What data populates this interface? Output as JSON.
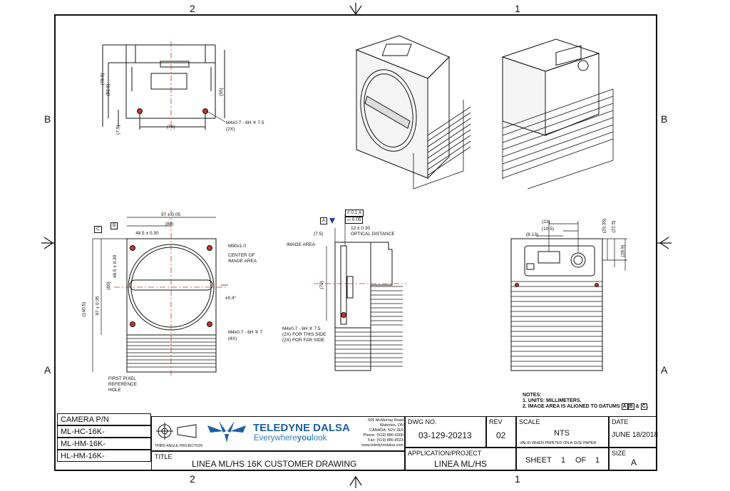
{
  "zones": {
    "top_left": "2",
    "top_right": "1",
    "bottom_left": "2",
    "bottom_right": "1",
    "left_upper": "B",
    "left_lower": "A",
    "right_upper": "B",
    "right_lower": "A"
  },
  "front_view": {
    "dim_overall_h": "(78.6)",
    "dim_body_h": "(59.6)",
    "dim_bottom": "(7.5)",
    "dim_holes": "(70)",
    "dim_right": "(55)",
    "thread_note_1": "M4x0.7 - 6H ∓ 7.5",
    "thread_note_2": "(2X)"
  },
  "lens_view": {
    "dim_width": "97 ± 0.05",
    "dim_80": "(80)",
    "dim_half": "48.5 ± 0.30",
    "dim_height": "97 ± 0.05",
    "dim_half_v": "48.5 ± 0.30",
    "dim_80v": "(80)",
    "dim_total": "(140.5)",
    "datum_b": "B",
    "datum_c": "C",
    "mount": "M90x1.0",
    "center_label": "CENTER OF",
    "center_label2": "IMAGE AREA",
    "angle": "±0.4°",
    "thread_note_1": "M4x0.7 - 6H ∓ 7",
    "thread_note_2": "(4X)",
    "pixel_label_1": "FIRST PIXEL",
    "pixel_label_2": "REFERENCE",
    "pixel_label_3": "HOLE"
  },
  "side_view": {
    "datum_a": "A",
    "tol_1": "// 0.1 A",
    "tol_2": "▱ 0.05",
    "dim_12": "12 ± 0.30",
    "dim_75": "(7.5)",
    "optical": "OPTICAL DISTANCE",
    "image_area": "IMAGE AREA",
    "dim_70": "(70)",
    "thread_note_1": "M4x0.7 - 6H ∓ 7.5",
    "thread_note_2": "(2X) FOR THIS SIDE",
    "thread_note_3": "(2X) FOR FAR SIDE"
  },
  "rear_view": {
    "dim_22": "(22)",
    "dim_105": "(10.5)",
    "dim_813": "(8.13)",
    "dim_2035": "(20.35)",
    "dim_225": "(22.5)",
    "dim_289": "(28.9)"
  },
  "notes": {
    "title": "NOTES:",
    "line1": "1. UNITS: MILLIMETERS.",
    "line2": "2. IMAGE AREA IS ALIGNED TO DATUMS",
    "datum_a": "A",
    "datum_b": "B",
    "amp": "&",
    "datum_c": "C",
    "end": "."
  },
  "camera_pn": {
    "header": "CAMERA P/N",
    "items": [
      "ML-HC-16K-",
      "ML-HM-16K-",
      "HL-HM-16K-"
    ]
  },
  "title_block": {
    "projection": "THIRD ANGLE PROJECTION",
    "brand": "TELEDYNE DALSA",
    "tagline_1": "Everywhere",
    "tagline_2": "you",
    "tagline_3": "look",
    "address": [
      "605 McMurray Road",
      "Waterloo, ON",
      "CANADA, N2V 2E9",
      "Phone: (519) 886-6000",
      "Fax: (519) 886-8023",
      "www.teledynedalsa.com"
    ],
    "dwg_label": "DWG NO.",
    "dwg_value": "03-129-20213",
    "rev_label": "REV",
    "rev_value": "02",
    "scale_label": "SCALE",
    "scale_value": "NTS",
    "scale_note": "VALID WHEN PRINTED ON A SIZE  PAPER",
    "date_label": "DATE",
    "date_value": "JUNE 18/2018",
    "title_label": "TITLE",
    "title_value": "LINEA ML/HS 16K CUSTOMER DRAWING",
    "app_label": "APPLICATION/PROJECT",
    "app_value": "LINEA ML/HS",
    "sheet_label": "SHEET",
    "sheet_num": "1",
    "sheet_of": "OF",
    "sheet_total": "1",
    "size_label": "SIZE",
    "size_value": "A"
  },
  "colors": {
    "line": "#111111",
    "brand_blue": "#1b5fa8",
    "centerline": "#c0392b",
    "cool": "#2f7fc1"
  }
}
